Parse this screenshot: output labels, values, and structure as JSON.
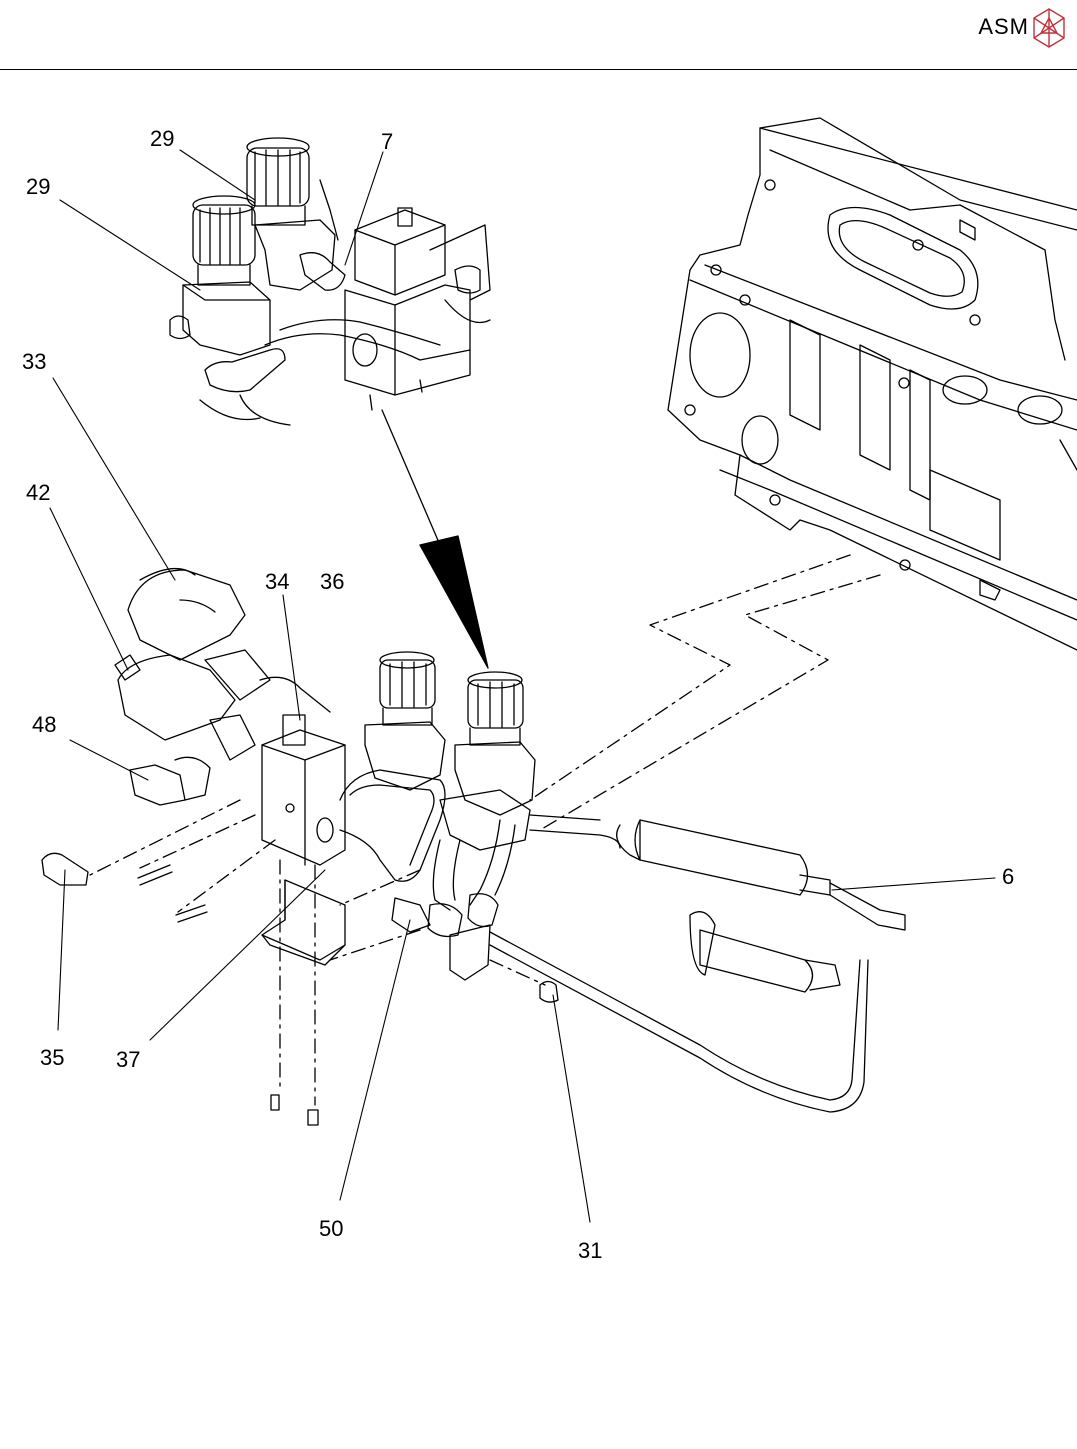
{
  "header": {
    "brand": "ASM",
    "logo_icon": "asm-cube-logo-icon",
    "accent_color": "#c0323c"
  },
  "callouts": [
    {
      "id": "c29a",
      "label": "29"
    },
    {
      "id": "c29b",
      "label": "29"
    },
    {
      "id": "c7",
      "label": "7"
    },
    {
      "id": "c33",
      "label": "33"
    },
    {
      "id": "c42",
      "label": "42"
    },
    {
      "id": "c34",
      "label": "34"
    },
    {
      "id": "c36",
      "label": "36"
    },
    {
      "id": "c48",
      "label": "48"
    },
    {
      "id": "c6",
      "label": "6"
    },
    {
      "id": "c35",
      "label": "35"
    },
    {
      "id": "c37",
      "label": "37"
    },
    {
      "id": "c50",
      "label": "50"
    },
    {
      "id": "c31",
      "label": "31"
    }
  ]
}
